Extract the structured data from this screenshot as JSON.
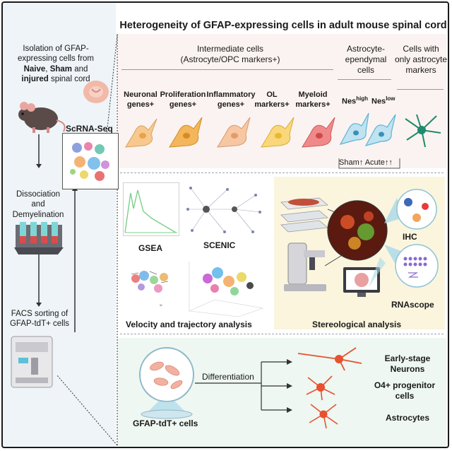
{
  "title": "Heterogeneity of GFAP-expressing cells in adult mouse spinal cord",
  "left_panel": {
    "isolation_prefix": "Isolation of GFAP-expressing cells from",
    "isolation_naive": "Naive",
    "isolation_comma": ",",
    "isolation_sham": "Sham",
    "isolation_and": "and",
    "isolation_injured": "injured",
    "isolation_suffix": "spinal cord",
    "scrna_label": "ScRNA-Seq",
    "dissociation_line1": "Dissociation",
    "dissociation_line2": "and",
    "dissociation_line3": "Demyelination",
    "facs_line1": "FACS sorting of",
    "facs_line2": "GFAP-tdT+ cells"
  },
  "top_section": {
    "intermediate_title": "Intermediate cells",
    "intermediate_subtitle": "(Astrocyte/OPC markers+)",
    "astro_ependymal_line1": "Astrocyte-",
    "astro_ependymal_line2": "ependymal",
    "astro_ependymal_line3": "cells",
    "only_astro_line1": "Cells with",
    "only_astro_line2": "only astrocyte",
    "only_astro_line3": "markers",
    "categories": [
      {
        "line1": "Neuronal",
        "line2": "genes+",
        "color": "#f7c98e"
      },
      {
        "line1": "Proliferation",
        "line2": "genes+",
        "color": "#f3b65a"
      },
      {
        "line1": "Inflammatory",
        "line2": "genes+",
        "color": "#f6c7a2"
      },
      {
        "line1": "OL",
        "line2": "markers+",
        "color": "#f9d77a"
      },
      {
        "line1": "Myeloid",
        "line2": "markers+",
        "color": "#f08a8a"
      }
    ],
    "nes_high_base": "Nes",
    "nes_high_sup": "high",
    "nes_low_base": "Nes",
    "nes_low_sup": "low",
    "sham_label": "Sham",
    "acute_label": "Acute",
    "sham_arrows": "↑",
    "acute_arrows": "↑↑"
  },
  "mid_section": {
    "gsea_label": "GSEA",
    "scenic_label": "SCENIC",
    "velocity_label": "Velocity and trajectory analysis",
    "ihc_label": "IHC",
    "rnascope_label": "RNAscope",
    "stereo_label": "Stereological analysis"
  },
  "bottom_section": {
    "differentiation_label": "Differentiation",
    "dish_label": "GFAP-tdT+ cells",
    "outcome_1_line1": "Early-stage",
    "outcome_1_line2": "Neurons",
    "outcome_2_line1": "O4+ progenitor",
    "outcome_2_line2": "cells",
    "outcome_3": "Astrocytes"
  },
  "colors": {
    "accent_red": "#e8512f",
    "ependymal_blue": "#5ab5d6",
    "astro_green": "#1f8a6e",
    "tissue_pink": "#f2b8a8"
  }
}
